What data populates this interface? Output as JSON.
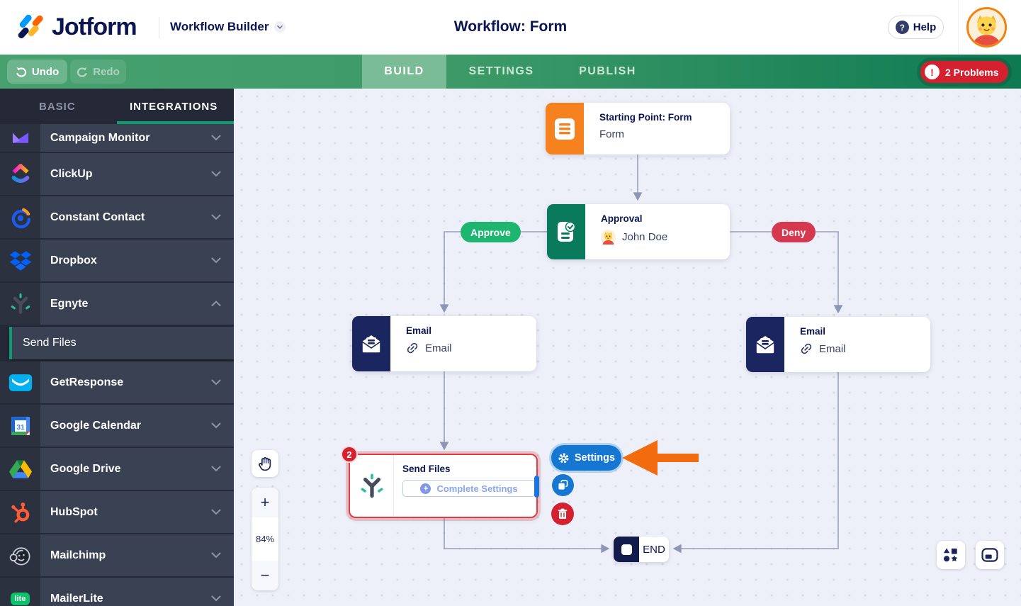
{
  "header": {
    "brand": "Jotform",
    "app_switcher": "Workflow Builder",
    "title": "Workflow: Form",
    "help_label": "Help"
  },
  "toolbar": {
    "undo_label": "Undo",
    "redo_label": "Redo",
    "tabs": [
      {
        "label": "BUILD",
        "active": true
      },
      {
        "label": "SETTINGS",
        "active": false
      },
      {
        "label": "PUBLISH",
        "active": false
      }
    ],
    "problems_label": "2 Problems"
  },
  "sidebar": {
    "tabs": [
      {
        "label": "BASIC",
        "active": false
      },
      {
        "label": "INTEGRATIONS",
        "active": true
      }
    ],
    "items": [
      {
        "label": "Campaign Monitor"
      },
      {
        "label": "ClickUp"
      },
      {
        "label": "Constant Contact"
      },
      {
        "label": "Dropbox"
      },
      {
        "label": "Egnyte",
        "expanded": true
      },
      {
        "label": "GetResponse"
      },
      {
        "label": "Google Calendar"
      },
      {
        "label": "Google Drive"
      },
      {
        "label": "HubSpot"
      },
      {
        "label": "Mailchimp"
      },
      {
        "label": "MailerLite"
      }
    ],
    "sub_item": "Send Files"
  },
  "canvas": {
    "zoom_level": "84%",
    "zoom_in": "+",
    "zoom_out": "−",
    "nodes": {
      "start": {
        "title": "Starting Point: Form",
        "subtitle": "Form"
      },
      "approval": {
        "title": "Approval",
        "subtitle": "John Doe"
      },
      "email_left": {
        "title": "Email",
        "subtitle": "Email"
      },
      "email_right": {
        "title": "Email",
        "subtitle": "Email"
      },
      "send_files": {
        "title": "Send Files",
        "button": "Complete Settings",
        "badge": "2"
      },
      "end": {
        "label": "END"
      }
    },
    "branches": {
      "approve": "Approve",
      "deny": "Deny"
    },
    "settings_button": "Settings"
  },
  "icons": {
    "calendar_text": "31",
    "mailerlite_text": "lite"
  },
  "colors": {
    "navy": "#0a1551",
    "toolbar_green": "#3d9a68",
    "active_tab_green": "#79bc96",
    "sidebar_dark": "#242837",
    "sidebar_row": "#3a4153",
    "accent_teal": "#0f9b72",
    "problem_red": "#d5202f",
    "selection_red": "#e23b43",
    "node_orange": "#f6821f",
    "node_green": "#0a7a5c",
    "node_navy": "#1b2660",
    "approve_green": "#1eb571",
    "deny_red": "#d6394f",
    "action_blue": "#1677d2",
    "pointer_orange": "#f26b0f",
    "canvas_bg": "#eef0f9"
  }
}
